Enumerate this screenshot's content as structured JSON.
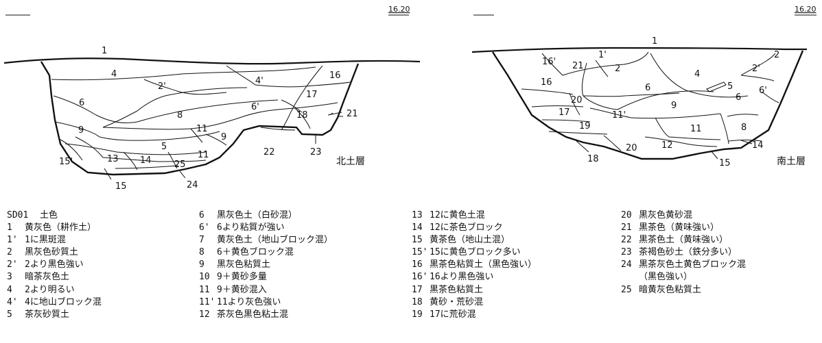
{
  "north": {
    "elevation": "16.20",
    "title": "北土層",
    "labels": [
      "1",
      "4",
      "2'",
      "4'",
      "16",
      "6",
      "17",
      "6'",
      "8",
      "18",
      "21",
      "9",
      "11",
      "9",
      "5",
      "22",
      "23",
      "11",
      "15'",
      "13",
      "14",
      "25",
      "15",
      "24"
    ]
  },
  "south": {
    "elevation": "16.20",
    "title": "南土層",
    "labels": [
      "1",
      "2",
      "16'",
      "1'",
      "21",
      "2",
      "4",
      "2'",
      "16",
      "5",
      "6",
      "6'",
      "20",
      "6",
      "9",
      "17",
      "11'",
      "8",
      "19",
      "11",
      "14",
      "20",
      "12",
      "18",
      "15"
    ]
  },
  "legend": {
    "col1": [
      {
        "n": "SD01",
        "t": "土色"
      },
      {
        "n": "1",
        "t": "黄灰色（耕作土）"
      },
      {
        "n": "1'",
        "t": "1に黒斑混"
      },
      {
        "n": "2",
        "t": "黒灰色砂質土"
      },
      {
        "n": "2'",
        "t": "2より黒色強い"
      },
      {
        "n": "3",
        "t": "暗茶灰色土"
      },
      {
        "n": "4",
        "t": "2より明るい"
      },
      {
        "n": "4'",
        "t": "4に地山ブロック混"
      },
      {
        "n": "5",
        "t": "茶灰砂質土"
      }
    ],
    "col2": [
      {
        "n": "6",
        "t": "黒灰色土（白砂混）"
      },
      {
        "n": "6'",
        "t": "6より粘質が強い"
      },
      {
        "n": "7",
        "t": "黄灰色土（地山ブロック混）"
      },
      {
        "n": "8",
        "t": "6＋黄色ブロック混"
      },
      {
        "n": "9",
        "t": "黒灰色粘質土"
      },
      {
        "n": "10",
        "t": "9＋黄砂多量"
      },
      {
        "n": "11",
        "t": "9＋黄砂混入"
      },
      {
        "n": "11'",
        "t": "11より灰色強い"
      },
      {
        "n": "12",
        "t": "茶灰色黒色粘土混"
      }
    ],
    "col3": [
      {
        "n": "13",
        "t": "12に黄色土混"
      },
      {
        "n": "14",
        "t": "12に茶色ブロック"
      },
      {
        "n": "15",
        "t": "黄茶色（地山土混）"
      },
      {
        "n": "15'",
        "t": "15に黄色ブロック多い"
      },
      {
        "n": "16",
        "t": "黒茶色粘質土（黒色強い）"
      },
      {
        "n": "16'",
        "t": "16より黒色強い"
      },
      {
        "n": "17",
        "t": "黒茶色粘質土"
      },
      {
        "n": "18",
        "t": "黄砂・荒砂混"
      },
      {
        "n": "19",
        "t": "17に荒砂混"
      }
    ],
    "col4": [
      {
        "n": "20",
        "t": "黒灰色黄砂混"
      },
      {
        "n": "21",
        "t": "黒茶色（黄味強い）"
      },
      {
        "n": "22",
        "t": "黒茶色土（黄味強い）"
      },
      {
        "n": "23",
        "t": "茶褐色砂土（鉄分多い）"
      },
      {
        "n": "24",
        "t": "黒茶灰色土黄色ブロック混"
      },
      {
        "n": "",
        "t": "（黒色強い）"
      },
      {
        "n": "25",
        "t": "暗黄灰色粘質土"
      }
    ]
  }
}
